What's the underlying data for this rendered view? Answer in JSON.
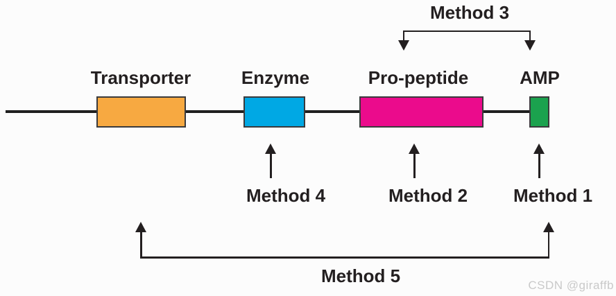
{
  "diagram": {
    "description": "gene-cluster-methods-diagram",
    "genes": [
      {
        "label": "Transporter",
        "color": "#F7A941"
      },
      {
        "label": "Enzyme",
        "color": "#00A8E4"
      },
      {
        "label": "Pro-peptide",
        "color": "#EB0B8C"
      },
      {
        "label": "AMP",
        "color": "#1BA24E"
      }
    ],
    "methods": {
      "method1": {
        "label": "Method 1",
        "points_to": "AMP"
      },
      "method2": {
        "label": "Method 2",
        "points_to": "Pro-peptide"
      },
      "method3": {
        "label": "Method 3",
        "spans": [
          "Pro-peptide",
          "AMP"
        ]
      },
      "method4": {
        "label": "Method 4",
        "points_to": "Enzyme"
      },
      "method5": {
        "label": "Method 5",
        "spans": [
          "Transporter",
          "AMP"
        ]
      }
    },
    "line_color": "#1F1F1F",
    "text_color": "#231F20",
    "watermark": "CSDN @giraffb"
  }
}
